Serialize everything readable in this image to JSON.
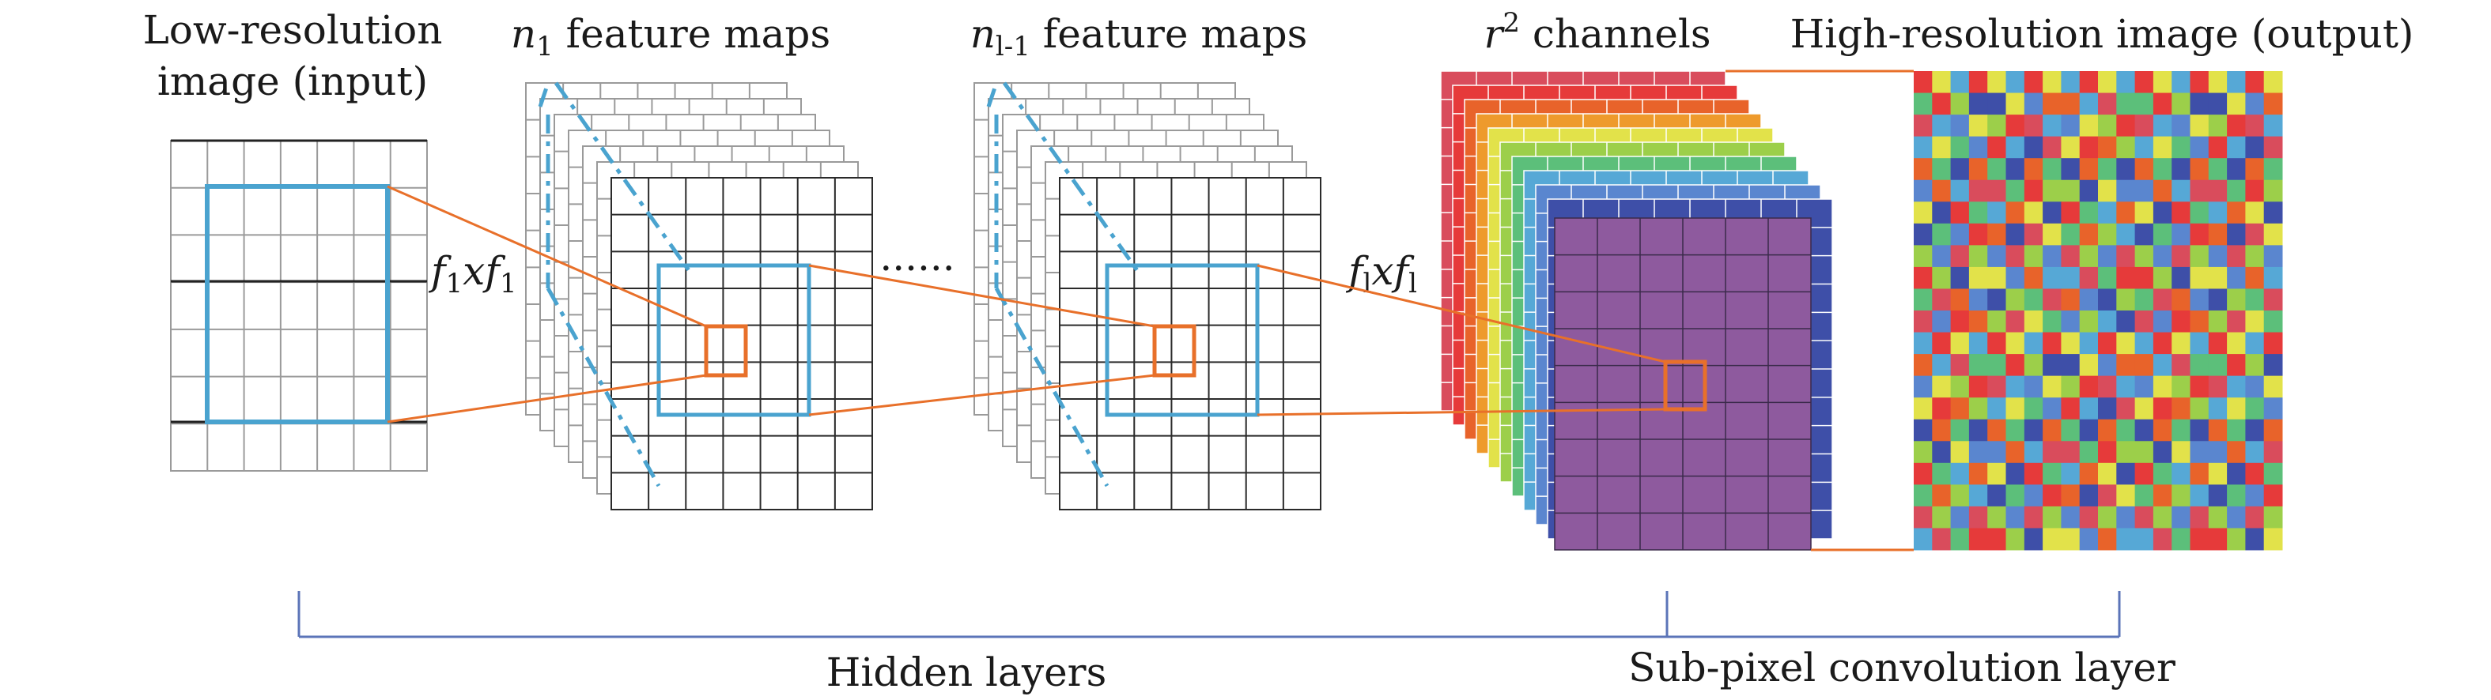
{
  "labels": {
    "input_line1": "Low-resolution",
    "input_line2": "image (input)",
    "n1_symbol": "n",
    "n1_sub": "1",
    "n1_text": " feature maps",
    "nl1_symbol": "n",
    "nl1_sub": "l-1",
    "nl1_text": " feature maps",
    "r2_symbol": "r",
    "r2_sup": "2",
    "r2_text": " channels",
    "output": "High-resolution image (output)",
    "filter1_f": "f",
    "filter1_sub": "1",
    "filter1_x": "x",
    "filter1_f2": "f",
    "filter1_sub2": "1",
    "filterl_f": "f",
    "filterl_sub": "l",
    "filterl_x": "x",
    "filterl_f2": "f",
    "filterl_sub2": "l",
    "ellipsis": "......",
    "hidden_layers": "Hidden layers",
    "subpixel_layer": "Sub-pixel convolution layer"
  },
  "colors": {
    "grid": "#2a2a2a",
    "grid_light": "#9a9a9a",
    "receptive_field": "#4aa3cf",
    "kernel": "#e8702a",
    "bracket": "#5b74b8",
    "channels": [
      "#d94c5c",
      "#e63a3a",
      "#e8632a",
      "#ee9a2c",
      "#e2e24a",
      "#9ccf4a",
      "#5cbf7a",
      "#56a8d6",
      "#5a86cf",
      "#3e4fa8"
    ],
    "front_channel": "#8e5a9e",
    "output_palette": [
      "#e63a3a",
      "#d94c5c",
      "#e8632a",
      "#e2e24a",
      "#9ccf4a",
      "#5cbf7a",
      "#56a8d6",
      "#5a86cf",
      "#3e4fa8"
    ]
  }
}
